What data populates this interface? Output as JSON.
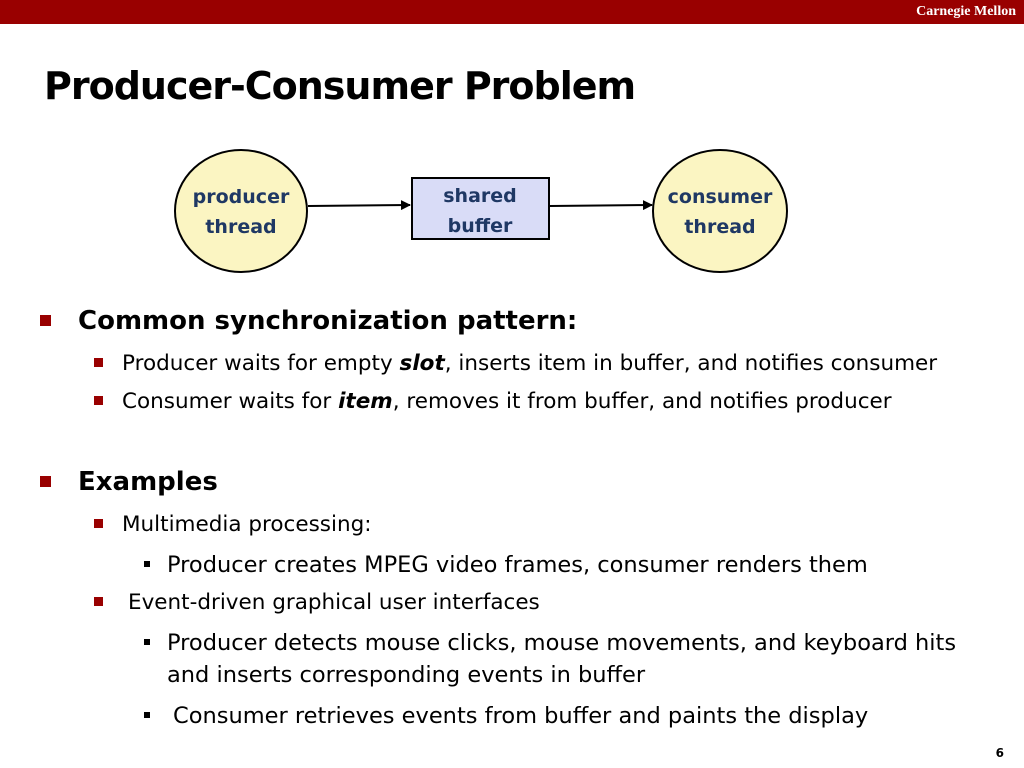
{
  "header": {
    "brand": "Carnegie Mellon"
  },
  "slide": {
    "title": "Producer-Consumer Problem",
    "page_number": "6"
  },
  "diagram": {
    "producer": {
      "line1": "producer",
      "line2": "thread"
    },
    "buffer": {
      "line1": "shared",
      "line2": "buffer"
    },
    "consumer": {
      "line1": "consumer",
      "line2": "thread"
    },
    "colors": {
      "thread_fill": "#fbf5c2",
      "buffer_fill": "#d9dcf7",
      "text": "#1f3864",
      "accent": "#990000"
    }
  },
  "bullets": {
    "pattern": {
      "heading": "Common synchronization pattern:",
      "producer": {
        "before": "Producer waits for empty ",
        "em": "slot",
        "after": ", inserts item in buffer, and notifies consumer"
      },
      "consumer": {
        "before": "Consumer waits for ",
        "em": "item",
        "after": ", removes it from buffer, and notifies producer"
      }
    },
    "examples": {
      "heading": "Examples",
      "multimedia": {
        "label": "Multimedia processing:",
        "sub1": "Producer creates MPEG video frames, consumer renders them"
      },
      "gui": {
        "label": "Event-driven graphical user interfaces",
        "sub1_line1": "Producer detects mouse clicks, mouse movements, and keyboard hits",
        "sub1_line2": "and inserts corresponding events in buffer",
        "sub2": "Consumer retrieves events from buffer and paints the display"
      }
    }
  }
}
